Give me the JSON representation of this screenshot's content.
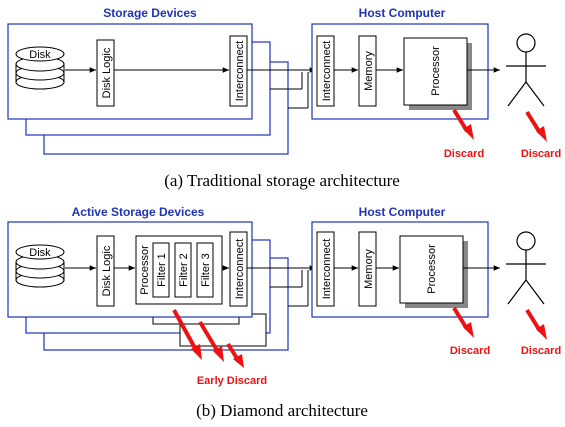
{
  "colors": {
    "frame": "#1f33b8",
    "header": "#1f33b8",
    "discard": "#ee1111"
  },
  "icons": {
    "disk": "disk-stack-icon",
    "user": "stick-figure-icon",
    "arrow": "red-arrow-icon"
  },
  "top": {
    "storage_title": "Storage Devices",
    "host_title": "Host Computer",
    "disk": "Disk",
    "disk_logic": "Disk Logic",
    "interconnect_dev": "Interconnect",
    "interconnect_host": "Interconnect",
    "memory": "Memory",
    "processor": "Processor",
    "discard_processor": "Discard",
    "discard_user": "Discard",
    "caption": "(a) Traditional storage architecture"
  },
  "bottom": {
    "storage_title": "Active Storage Devices",
    "host_title": "Host Computer",
    "disk": "Disk",
    "disk_logic": "Disk Logic",
    "dev_processor": "Processor",
    "filter1": "Filter 1",
    "filter2": "Filter 2",
    "filter3": "Filter 3",
    "interconnect_dev": "Interconnect",
    "interconnect_host": "Interconnect",
    "memory": "Memory",
    "processor": "Processor",
    "early_discard": "Early Discard",
    "discard_processor": "Discard",
    "discard_user": "Discard",
    "caption": "(b) Diamond architecture"
  }
}
